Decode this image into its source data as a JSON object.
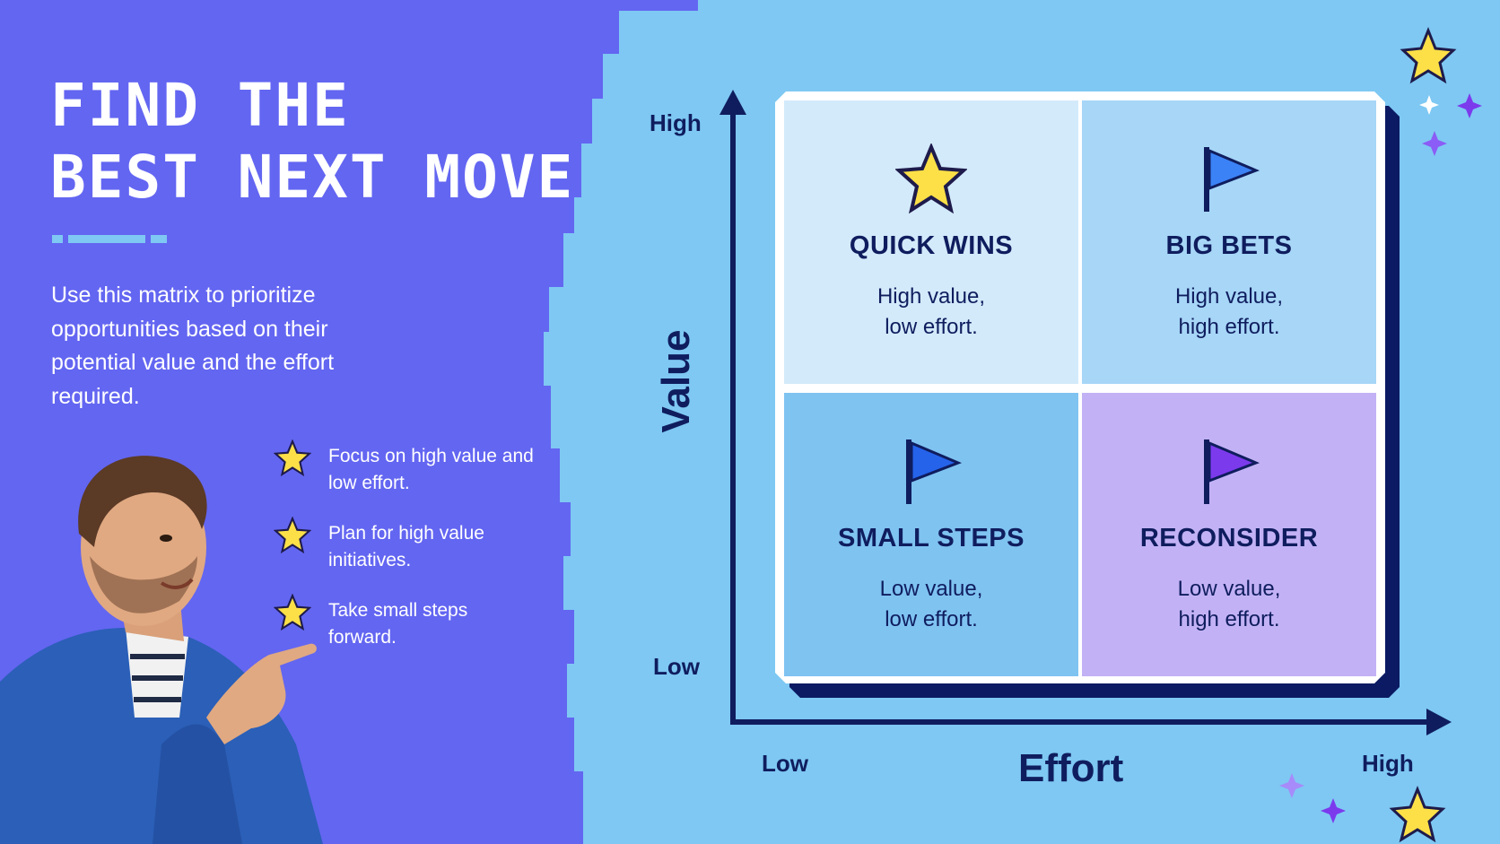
{
  "header": {
    "title_line1": "FIND THE",
    "title_line2": "BEST NEXT MOVE"
  },
  "intro": {
    "text": "Use this matrix to prioritize opportunities based on their potential value and the effort required."
  },
  "tips": [
    {
      "icon": "star-icon",
      "text": "Focus on high value and low effort."
    },
    {
      "icon": "star-icon",
      "text": "Plan for high value initiatives."
    },
    {
      "icon": "star-icon",
      "text": "Take small steps forward."
    }
  ],
  "axes": {
    "y_title": "Value",
    "y_high": "High",
    "y_low": "Low",
    "x_title": "Effort",
    "x_low": "Low",
    "x_high": "High"
  },
  "quadrants": {
    "quick_wins": {
      "icon": "star-icon",
      "title": "QUICK WINS",
      "line1": "High value,",
      "line2": "low effort."
    },
    "big_bets": {
      "icon": "flag-icon",
      "title": "BIG BETS",
      "line1": "High value,",
      "line2": "high effort."
    },
    "small_steps": {
      "icon": "flag-icon",
      "title": "SMALL STEPS",
      "line1": "Low value,",
      "line2": "low effort."
    },
    "reconsider": {
      "icon": "flag-icon",
      "title": "RECONSIDER",
      "line1": "Low value,",
      "line2": "high effort."
    }
  },
  "colors": {
    "left_panel": "#6366f1",
    "background": "#7ec8f3",
    "navy": "#0f1d5e",
    "star": "#fde047"
  }
}
